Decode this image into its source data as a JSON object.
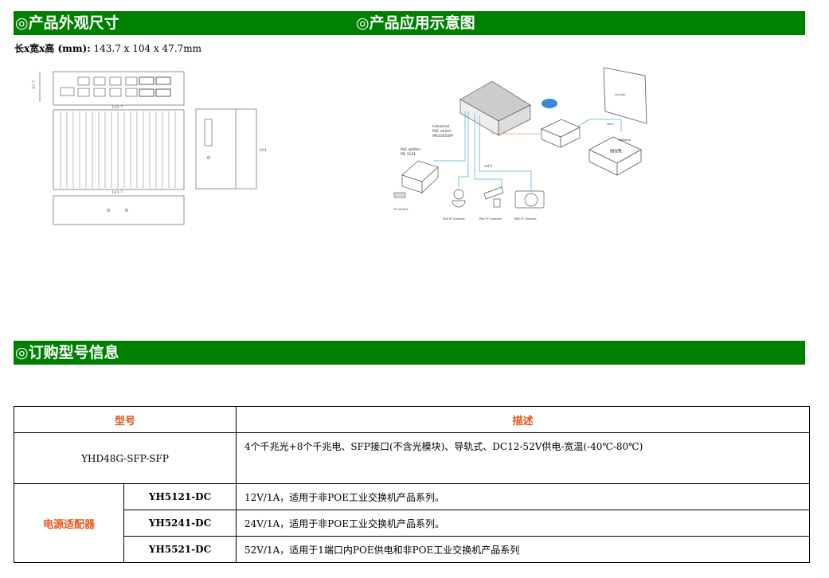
{
  "sections": {
    "dimensions_title": "◎产品外观尺寸",
    "application_title": "◎产品应用示意图",
    "ordering_title": "◎订购型号信息"
  },
  "dimensions": {
    "label": "长x宽x高 (mm):",
    "value": "143.7 x 104 x 47.7mm"
  },
  "drawing": {
    "width_label": "143.7",
    "height_label": "47.7",
    "depth_label": "104"
  },
  "diagram": {
    "switch_label_1": "Industrial",
    "switch_label_2": "PoE switch",
    "switch_label_3": "IPS33054PF",
    "splitter_label_1": "PoE splitter",
    "splitter_label_2": "PD 3101",
    "cable_label": "cat.5",
    "cable_label_2": "cat.5",
    "video_label": "videoline",
    "nvr_label": "NVR",
    "monitor_label": "monitor",
    "ip_camera_label": "IP camera",
    "camera_labels": [
      "PoE IP Camera",
      "PoE IP Camera",
      "PoE IP Camera"
    ]
  },
  "table": {
    "headers": [
      "型号",
      "描述"
    ],
    "main_model": "YHD48G-SFP-SFP",
    "main_desc": "4个千兆光+8个千兆电、SFP接口(不含光模块)、导轨式、DC12-52V供电-宽温(-40℃-80℃)",
    "adapter_group": "电源适配器",
    "adapters": [
      {
        "model": "YH5121-DC",
        "desc": "12V/1A，适用于非POE工业交换机产品系列。"
      },
      {
        "model": "YH5241-DC",
        "desc": "24V/1A，适用于非POE工业交换机产品系列。"
      },
      {
        "model": "YH5521-DC",
        "desc": "52V/1A，适用于1端口内POE供电和非POE工业交换机产品系列"
      }
    ]
  },
  "colors": {
    "header_green": "#008000",
    "header_orange": "#e8541c"
  }
}
